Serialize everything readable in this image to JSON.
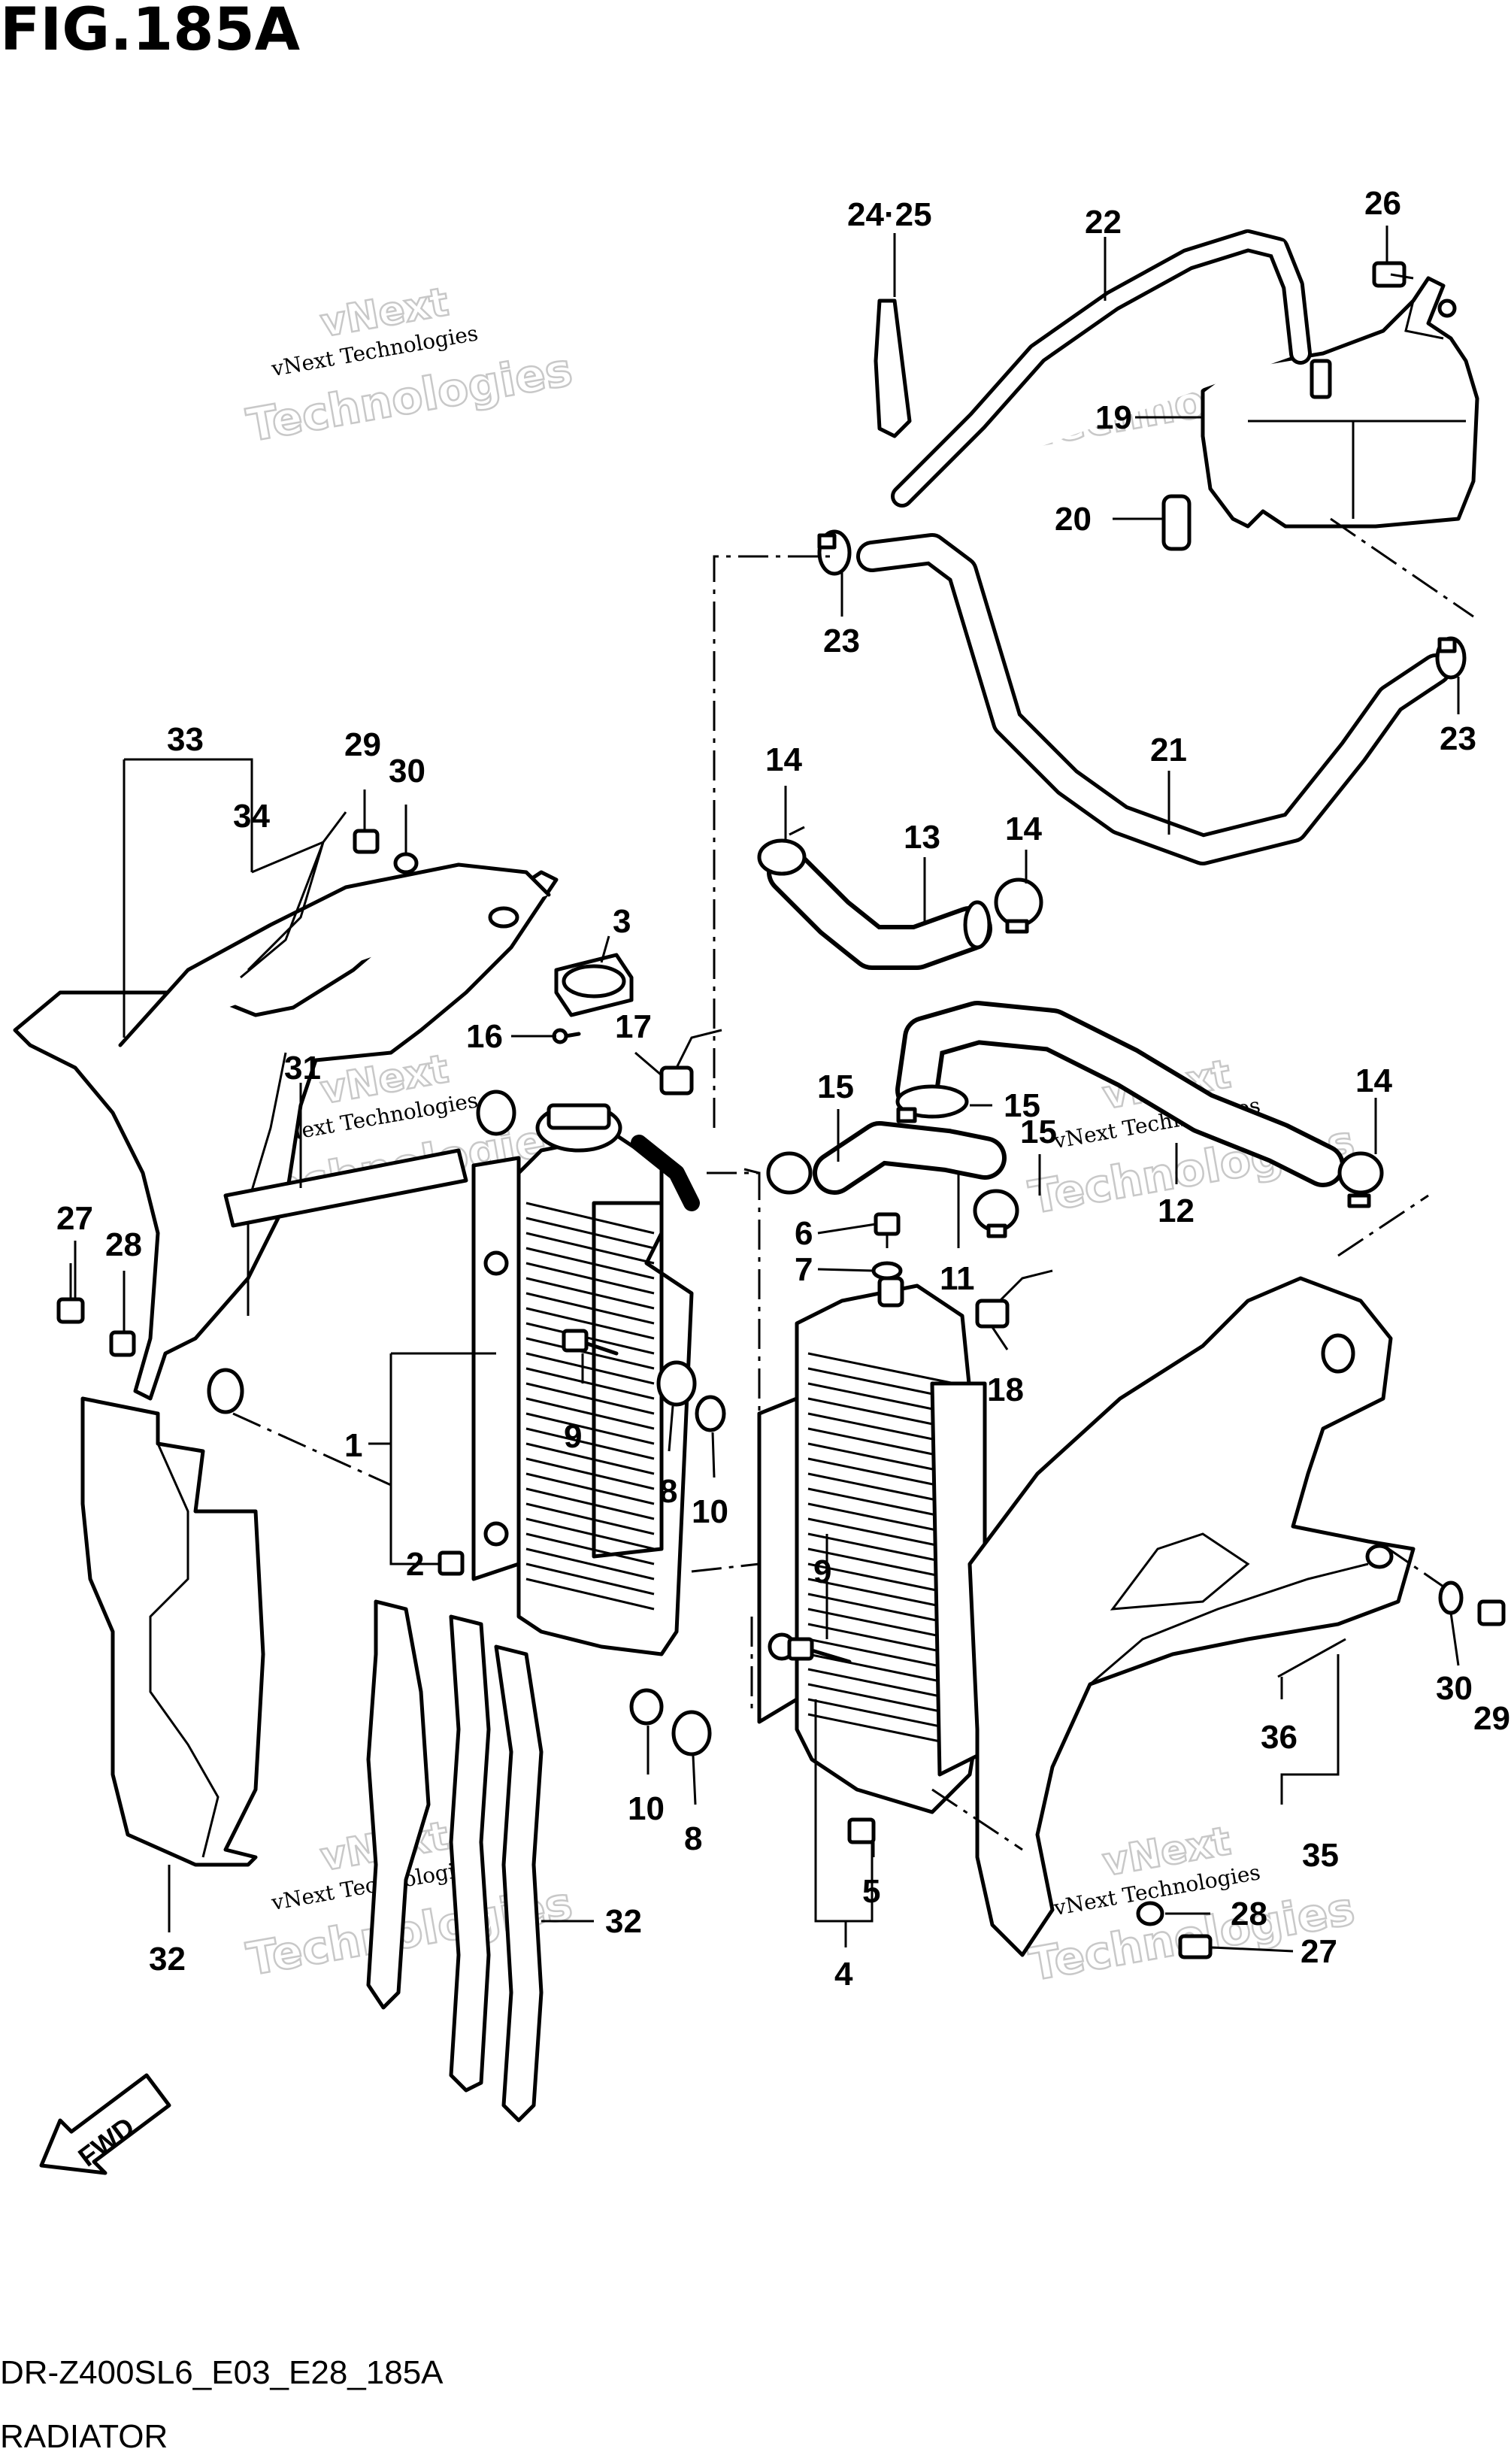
{
  "figure": {
    "title": "FIG.185A",
    "code": "DR-Z400SL6_E03_E28_185A",
    "name": "RADIATOR",
    "fwd_label": "FWD"
  },
  "watermark": {
    "line1": "vNext Technologies",
    "line2": "vNext",
    "line3": "Technologies"
  },
  "callouts": {
    "c1": "1",
    "c2": "2",
    "c3": "3",
    "c4": "4",
    "c5": "5",
    "c6": "6",
    "c7": "7",
    "c8a": "8",
    "c8b": "8",
    "c9a": "9",
    "c9b": "9",
    "c10a": "10",
    "c10b": "10",
    "c11": "11",
    "c12": "12",
    "c13": "13",
    "c14a": "14",
    "c14b": "14",
    "c14c": "14",
    "c15a": "15",
    "c15b": "15",
    "c15c": "15",
    "c16": "16",
    "c17": "17",
    "c18": "18",
    "c19": "19",
    "c20": "20",
    "c21": "21",
    "c22": "22",
    "c23a": "23",
    "c23b": "23",
    "c24_25": "24·25",
    "c26": "26",
    "c27a": "27",
    "c27b": "27",
    "c28a": "28",
    "c28b": "28",
    "c29a": "29",
    "c29b": "29",
    "c30a": "30",
    "c30b": "30",
    "c31": "31",
    "c32a": "32",
    "c32b": "32",
    "c33": "33",
    "c34": "34",
    "c35": "35",
    "c36": "36"
  }
}
